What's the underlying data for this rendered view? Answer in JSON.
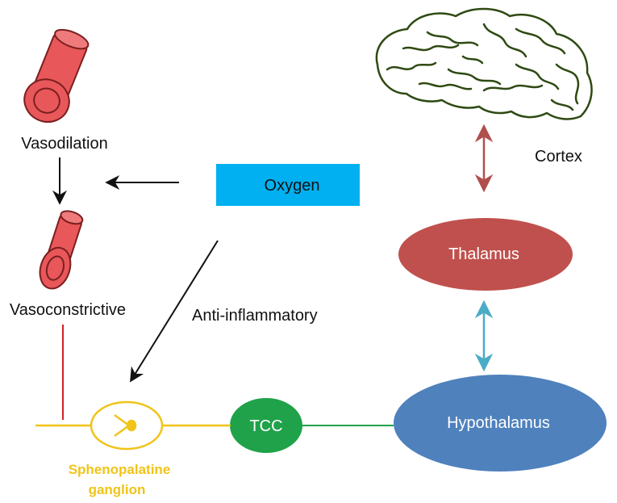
{
  "labels": {
    "vasodilation": "Vasodilation",
    "vasoconstrictive": "Vasoconstrictive",
    "oxygen": "Oxygen",
    "anti_inflammatory": "Anti-inflammatory",
    "cortex": "Cortex",
    "thalamus": "Thalamus",
    "hypothalamus": "Hypothalamus",
    "tcc": "TCC",
    "ganglion_line1": "Sphenopalatine",
    "ganglion_line2": "ganglion"
  },
  "colors": {
    "vessel_fill": "#e8575a",
    "vessel_stroke": "#7a1f1f",
    "oxygen_box": "#00b0f0",
    "thalamus": "#c0504d",
    "hypothalamus": "#4f81bd",
    "tcc": "#1fa24a",
    "ganglion": "#f0c419",
    "red_link": "#d42020",
    "thal_cortex_arrow": "#b14f4c",
    "thal_hypo_arrow": "#4bacc6",
    "green_link": "#1fa24a",
    "brain_outline": "#2e4a12"
  },
  "icons": {
    "vessel_top": "blood-vessel-icon",
    "vessel_bottom": "blood-vessel-icon",
    "brain": "brain-icon",
    "ganglion": "neuron-ganglion-icon"
  }
}
